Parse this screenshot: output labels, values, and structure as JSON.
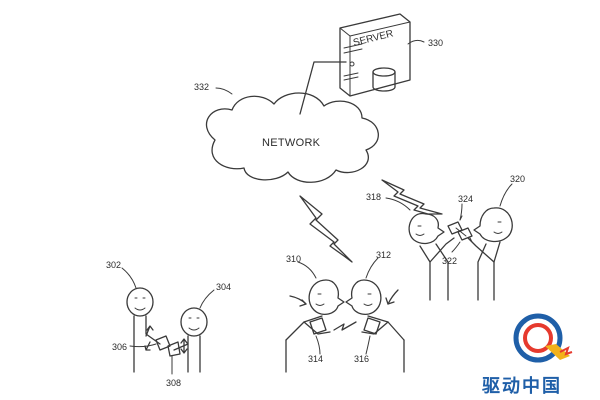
{
  "labels": {
    "network": "NETWORK",
    "server": "SERVER",
    "ref_330": "330",
    "ref_332": "332",
    "ref_318": "318",
    "ref_324": "324",
    "ref_320": "320",
    "ref_322": "322",
    "ref_310": "310",
    "ref_312": "312",
    "ref_314": "314",
    "ref_316": "316",
    "ref_302": "302",
    "ref_304": "304",
    "ref_306": "306",
    "ref_308": "308"
  },
  "watermark": {
    "text": "驱动中国",
    "text_color": "#1f5fa8",
    "logo_colors": [
      "#1f5fa8",
      "#e63a2e",
      "#f2b21b"
    ]
  }
}
